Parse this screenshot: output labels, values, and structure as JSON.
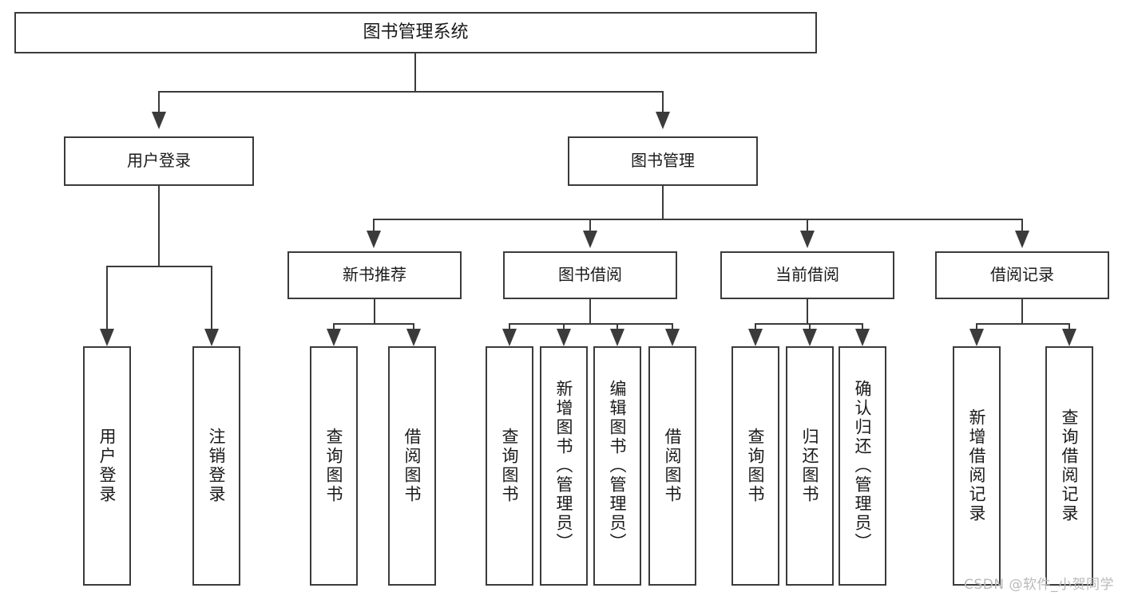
{
  "diagram": {
    "type": "tree",
    "title": "图书管理系统",
    "watermark": "CSDN @软件_小贺同学",
    "nodes": {
      "root": {
        "label": "图书管理系统"
      },
      "level1": [
        {
          "id": "user-login",
          "label": "用户登录"
        },
        {
          "id": "book-manage",
          "label": "图书管理"
        }
      ],
      "level2": [
        {
          "id": "new-book-recommend",
          "label": "新书推荐"
        },
        {
          "id": "book-borrow",
          "label": "图书借阅"
        },
        {
          "id": "current-borrow",
          "label": "当前借阅"
        },
        {
          "id": "borrow-record",
          "label": "借阅记录"
        }
      ],
      "leaves": {
        "user_login": [
          {
            "id": "leaf-user-login",
            "label": "用户登录"
          },
          {
            "id": "leaf-logout-login",
            "label": "注销登录"
          }
        ],
        "new_book_recommend": [
          {
            "id": "leaf-query-book-1",
            "label": "查询图书"
          },
          {
            "id": "leaf-borrow-book-1",
            "label": "借阅图书"
          }
        ],
        "book_borrow": [
          {
            "id": "leaf-query-book-2",
            "label": "查询图书"
          },
          {
            "id": "leaf-add-book",
            "label": "新增图书（管理员）"
          },
          {
            "id": "leaf-edit-book",
            "label": "编辑图书（管理员）"
          },
          {
            "id": "leaf-borrow-book-2",
            "label": "借阅图书"
          }
        ],
        "current_borrow": [
          {
            "id": "leaf-query-book-3",
            "label": "查询图书"
          },
          {
            "id": "leaf-return-book",
            "label": "归还图书"
          },
          {
            "id": "leaf-confirm-return",
            "label": "确认归还（管理员）"
          }
        ],
        "borrow_record": [
          {
            "id": "leaf-add-record",
            "label": "新增借阅记录"
          },
          {
            "id": "leaf-query-record",
            "label": "查询借阅记录"
          }
        ]
      }
    },
    "colors": {
      "stroke": "#3b3b3b",
      "fill": "#ffffff",
      "text": "#1a1a1a",
      "watermark": "#b9b9b9"
    }
  }
}
